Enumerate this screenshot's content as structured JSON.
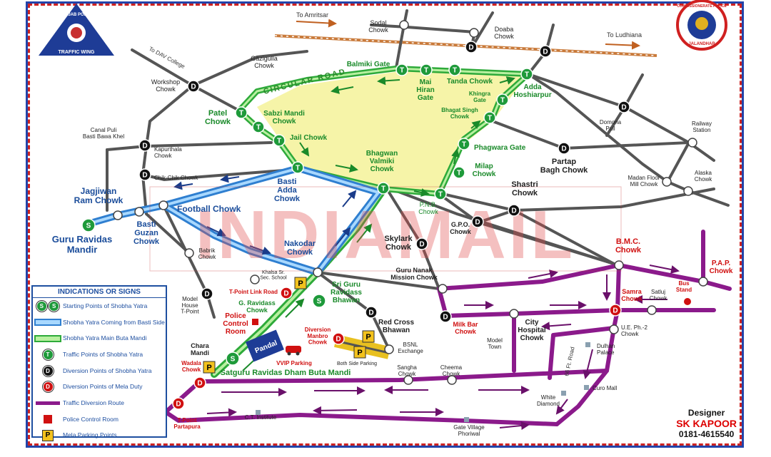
{
  "logos": {
    "left_text": "PUNJAB POLICE",
    "left_sub": "TRAFFIC WING",
    "right_text": "COMMISSIONERATE POLICE",
    "right_sub": "JALANDHAR"
  },
  "watermark": "INDIAMAIL",
  "roads": {
    "circular": "CIRCULAR ROAD",
    "to_amritsar": "To Amritsar",
    "to_ludhiana": "To Ludhiana",
    "to_dav": "To DAV College",
    "ft_road": "66 Ft. Road"
  },
  "labels": {
    "sodal": "Sodal\nChowk",
    "doaba": "Doaba\nChowk",
    "gazigulla": "Gazigulla\nChowk",
    "workshop": "Workshop\nChowk",
    "canal_puli": "Canal Puli\nBasti Bawa Khel",
    "kapurthala": "Kapurthala\nChowk",
    "chik_chik": "Chik-Chik Chowk",
    "jagjiwan": "Jagjiwan\nRam Chowk",
    "guru_ravidas": "Guru Ravidas\nMandir",
    "basti_guzan": "Basti\nGuzan\nChowk",
    "football": "Football Chowk",
    "babrik": "Babrik\nChowk",
    "model_house": "Model\nHouse\nT-Point",
    "balmiki": "Balmiki Gate",
    "mai_hiran": "Mai\nHiran\nGate",
    "tanda": "Tanda Chowk",
    "adda_hoshiarpur": "Adda\nHoshiarpur",
    "khingra": "Khingra\nGate",
    "bhagat_singh": "Bhagat Singh\nChowk",
    "phagwara": "Phagwara Gate",
    "milap": "Milap\nChowk",
    "patel": "Patel\nChowk",
    "sabzi": "Sabzi Mandi\nChowk",
    "jail": "Jail Chowk",
    "basti_adda": "Basti\nAdda\nChowk",
    "bhagwan_valmiki": "Bhagwan\nValmiki\nChowk",
    "pnb": "P.N.B.\nChowk",
    "domoria": "Domoria\nPull",
    "railway": "Railway\nStation",
    "partap": "Partap\nBagh Chowk",
    "madan": "Madan Floor\nMill Chowk",
    "alaska": "Alaska\nChowk",
    "shastri": "Shastri\nChowk",
    "gpo": "G.P.O.\nChowk",
    "skylark": "Skylark\nChowk",
    "nakodar": "Nakodar\nChowk",
    "khalsa": "Khalsa Sr.\nSec. School",
    "tpoint_link": "T-Point Link Road",
    "g_ravidass": "G. Ravidass\nChowk",
    "sri_guru": "Sri Guru\nRavidass\nBhawan",
    "guru_nanak": "Guru Nanak\nMission Chowk",
    "red_cross": "Red Cross\nBhawan",
    "police_control": "Police\nControl\nRoom",
    "diversion_manbro": "Diversion\nManbro\nChowk",
    "pandal": "Pandal",
    "vvip": "VVIP Parking",
    "bsnl": "BSNL\nExchange",
    "both_side": "Both Side Parking",
    "chara_mandi": "Chara\nMandi",
    "wadala": "Wadala\nChowk",
    "satguru": "Satguru Ravidas Dham Buta Mandi",
    "sangha": "Sangha\nChowk",
    "cheema": "Cheema\nChowk",
    "tpoint_partapura": "T-Point\nPartapura",
    "ct_institute": "C.T. Institute",
    "gate_village": "Gate Village\nPhoriwal",
    "white_diamond": "White\nDiamond",
    "curo_mall": "Curo Mall",
    "dulhan_palace": "Dulhan\nPalace",
    "ue_ph2": "U.E. Ph.-2\nChowk",
    "model_town": "Model\nTown",
    "city_hospital": "City\nHospital\nChowk",
    "milk_bar": "Milk Bar\nChowk",
    "bmc": "B.M.C.\nChowk",
    "pap": "P.A.P.\nChowk",
    "bus_stand": "Bus\nStand",
    "samra": "Samra\nChowk",
    "satluj": "Satluj\nChowk"
  },
  "legend": {
    "title": "INDICATIONS OR SIGNS",
    "items": [
      {
        "symbol": "S",
        "text": "Starting Points of Shobha Yatra"
      },
      {
        "symbol": "blue-line",
        "text": "Shobha Yatra Coming from Basti Side"
      },
      {
        "symbol": "green-line",
        "text": "Shobha Yatra Main Buta Mandi"
      },
      {
        "symbol": "T",
        "text": "Traffic Points of Shobha Yatra"
      },
      {
        "symbol": "D",
        "text": "Diversion Points of Shobha Yatra"
      },
      {
        "symbol": "D-red",
        "text": "Diversion Points of Mela Duty"
      },
      {
        "symbol": "purple-line",
        "text": "Traffic Diversion Route"
      },
      {
        "symbol": "red-square",
        "text": "Police Control Room"
      },
      {
        "symbol": "P",
        "text": "Mela Parking Points"
      }
    ]
  },
  "designer": {
    "title": "Designer",
    "name": "SK KAPOOR",
    "phone": "0181-4615540"
  },
  "colors": {
    "green": "#2eaa3a",
    "blue": "#3a8fdc",
    "purple": "#8b1a8b",
    "road": "#555555",
    "red": "#d01010",
    "yellow_area": "#f6f4a8"
  }
}
